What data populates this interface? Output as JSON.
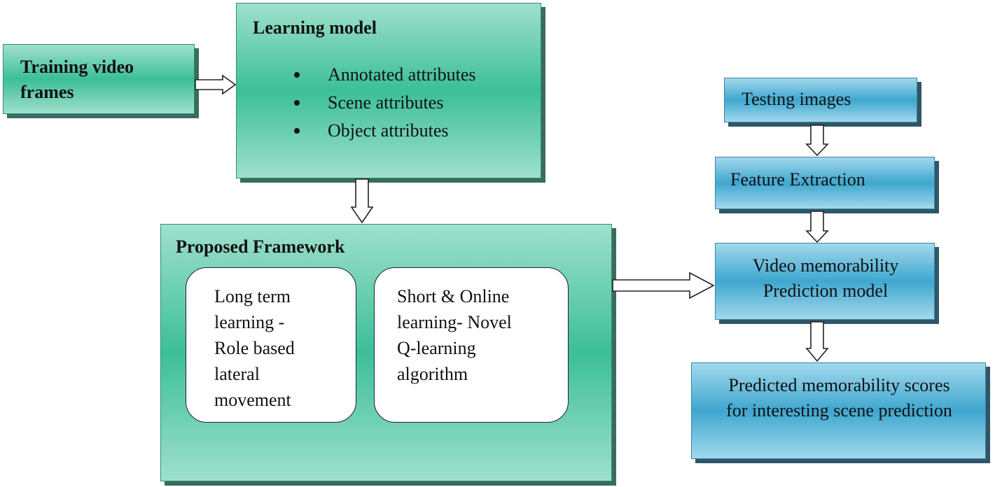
{
  "training": {
    "line1": "Training video",
    "line2": "frames"
  },
  "learning_model": {
    "title": "Learning model",
    "items": [
      "Annotated attributes",
      "Scene attributes",
      "Object  attributes"
    ]
  },
  "framework": {
    "title": "Proposed Framework",
    "left": [
      "Long term",
      "learning -",
      "Role based",
      "lateral",
      "movement"
    ],
    "right": [
      "Short & Online",
      "learning- Novel",
      "Q-learning",
      "algorithm"
    ]
  },
  "testing": "Testing images",
  "feature": "Feature Extraction",
  "prediction_model": {
    "line1": "Video memorability",
    "line2": "Prediction model"
  },
  "scores": {
    "line1": "Predicted memorability scores",
    "line2": "for interesting scene prediction"
  }
}
